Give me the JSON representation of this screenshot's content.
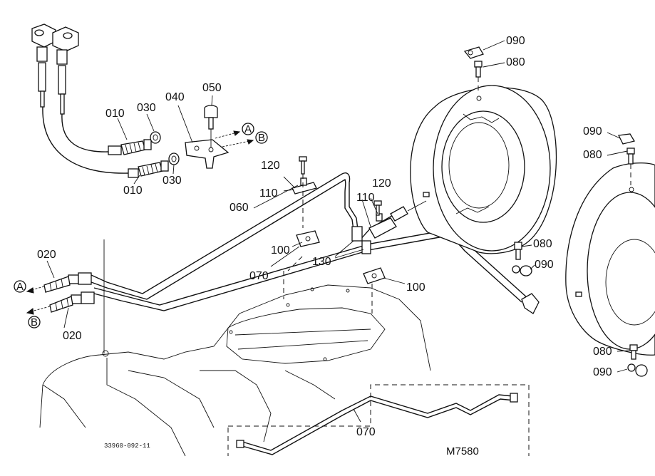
{
  "parts": {
    "p010_top": "010",
    "p030_top": "030",
    "p040": "040",
    "p050": "050",
    "p010_bottom": "010",
    "p030_bottom": "030",
    "p120_left": "120",
    "p110_left": "110",
    "p060": "060",
    "p120_right": "120",
    "p110_right": "110",
    "p100_left": "100",
    "p130": "130",
    "p070_mid": "070",
    "p100_right": "100",
    "p020_top": "020",
    "p020_bottom": "020",
    "p090_top": "090",
    "p080_top": "080",
    "p090_right": "090",
    "p080_right": "080",
    "p080_mid": "080",
    "p090_mid": "090",
    "p080_bottom": "080",
    "p090_bottom": "090",
    "p070_bottom": "070"
  },
  "markers": {
    "a_top": "A",
    "b_top": "B",
    "a_left": "A",
    "b_left": "B"
  },
  "footer": {
    "drawing_number": "33960-092-11",
    "model": "M7580"
  }
}
